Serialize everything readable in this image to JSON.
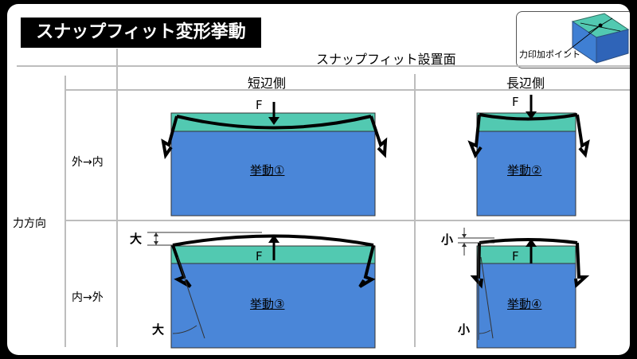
{
  "title": "スナップフィット変形挙動",
  "column_group_header": "スナップフィット設置面",
  "columns": [
    "短辺側",
    "長辺側"
  ],
  "row_group_header": "力方向",
  "rows": [
    "外→内",
    "内→外"
  ],
  "force_label": "F",
  "inset_label": "力印加ポイント",
  "behaviors": [
    "挙動①",
    "挙動②",
    "挙動③",
    "挙動④"
  ],
  "magnitude_large": "大",
  "magnitude_small": "小",
  "colors": {
    "teal": "#52c9b1",
    "blue": "#4a86d8",
    "frame_border": "#3a3a3a"
  }
}
